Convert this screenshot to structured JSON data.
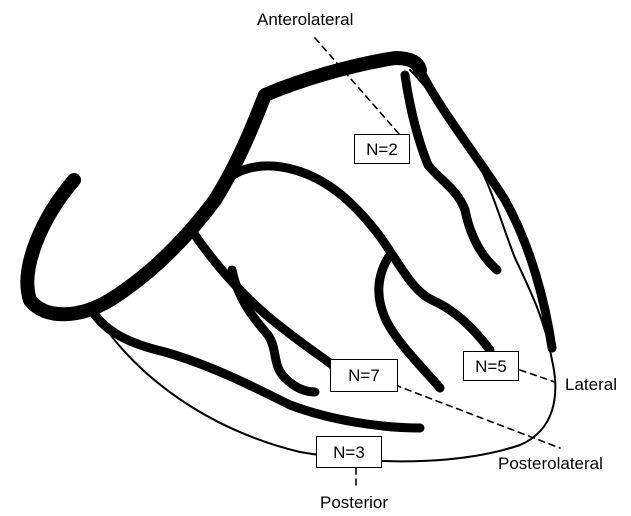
{
  "labels": {
    "anterolateral": "Anterolateral",
    "lateral": "Lateral",
    "posterolateral": "Posterolateral",
    "posterior": "Posterior"
  },
  "counts": {
    "anterolateral": "N=2",
    "lateral": "N=5",
    "posterolateral": "N=7",
    "posterior": "N=3"
  },
  "colors": {
    "stroke": "#000000",
    "background": "#ffffff"
  }
}
